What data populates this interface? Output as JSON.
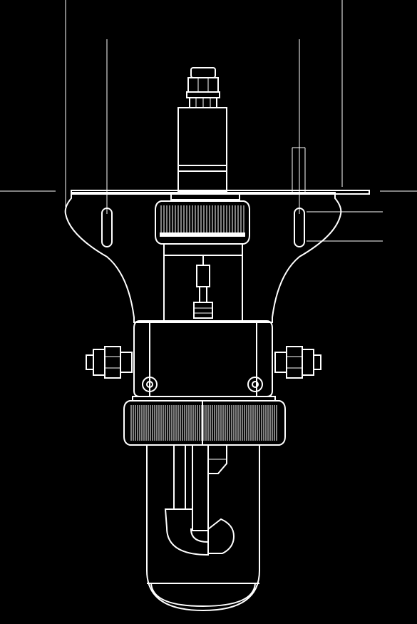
{
  "drawing": {
    "background_color": "#000000",
    "line_color": "#ffffff",
    "parts": [
      "leader-lines",
      "mounting-plate",
      "mounting-flange",
      "slot-left",
      "slot-right",
      "cable-gland",
      "sensor-head",
      "coupling-nut",
      "sensor-shaft",
      "probe-stem",
      "housing-block",
      "side-fitting-left",
      "side-fitting-right",
      "bolt-left",
      "bolt-right",
      "knurled-ring",
      "collection-bowl",
      "elbow-pipe"
    ]
  }
}
